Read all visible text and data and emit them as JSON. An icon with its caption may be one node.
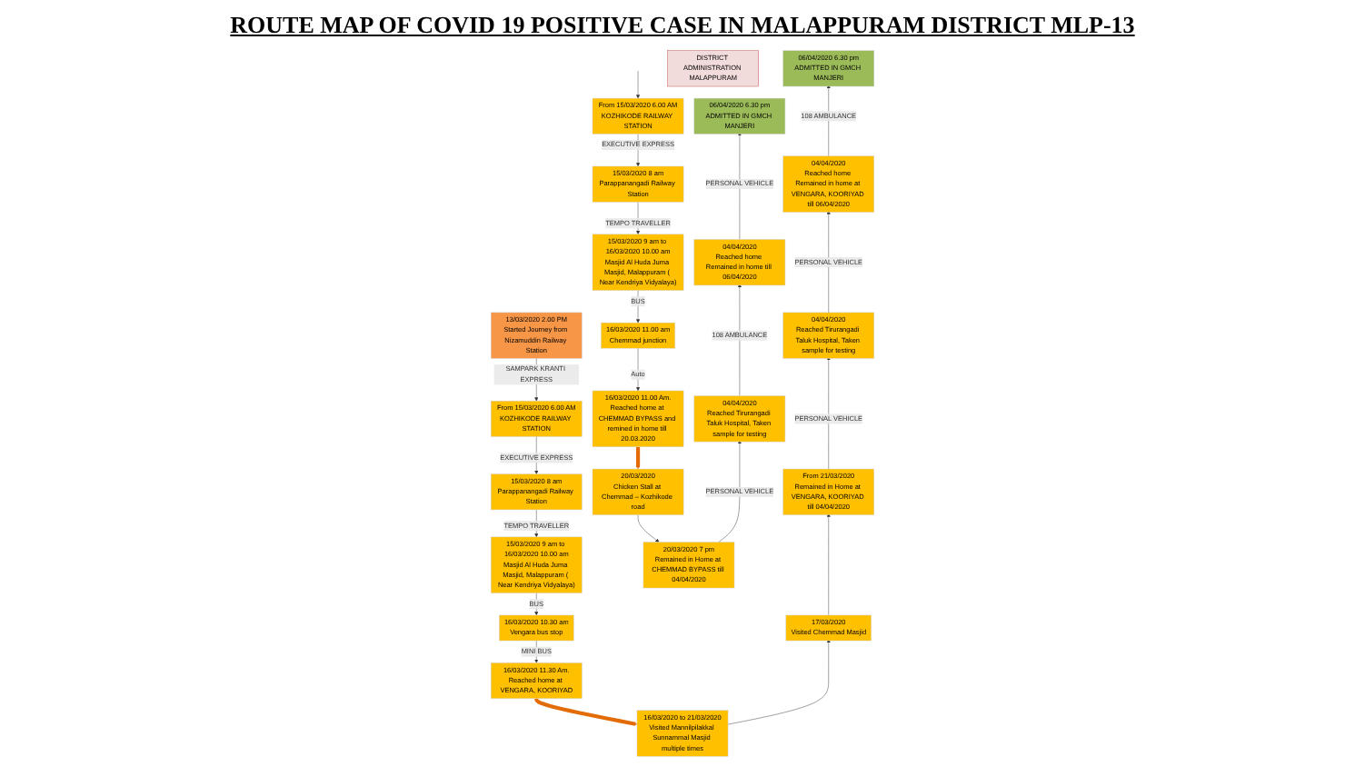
{
  "diagram": {
    "title": "ROUTE MAP OF COVID 19 POSITIVE CASE IN MALAPPURAM DISTRICT MLP-13",
    "nodes": [
      {
        "text": [
          "13/03/2020 2.00 PM",
          "Started Journey from Nizamuddin Railway Station"
        ]
      },
      {
        "text": [
          "From 15/03/2020 6.00 AM",
          "KOZHIKODE RAILWAY STATION"
        ]
      },
      {
        "text": [
          "15/03/2020 8 am",
          "Parappanangadi Railway Station"
        ]
      },
      {
        "text": [
          "15/03/2020 9 am to 16/03/2020 10.00 am",
          "Masjid Al Huda Juma Masjid, Malappuram ( Near Kendriya Vidyalaya)"
        ]
      },
      {
        "text": [
          "16/03/2020 10.30 am",
          "Vengara bus stop"
        ]
      },
      {
        "text": [
          "16/03/2020 11.30 Am.",
          "Reached home at VENGARA, KOORIYAD"
        ]
      },
      {
        "text": [
          "16/03/2020 to 21/03/2020",
          "Visited Mannilpilakkal Sunnammal Masjid multiple times"
        ]
      },
      {
        "text": [
          "17/03/2020",
          "Visited Chemmad Masjid"
        ]
      },
      {
        "text": [
          "From 21/03/2020",
          "Remained in Home at VENGARA, KOORIYAD till 04/04/2020"
        ]
      },
      {
        "text": [
          "04/04/2020",
          "Reached Tirurangadi Taluk Hospital, Taken sample for testing"
        ]
      },
      {
        "text": [
          "04/04/2020",
          "Reached home Remained in home at VENGARA, KOORIYAD till 06/04/2020"
        ]
      },
      {
        "text": [
          "06/04/2020 6.30 pm",
          "ADMITTED IN GMCH MANJERI"
        ]
      },
      {
        "text": [
          "DISTRICT ADMINISTRATION MALAPPURAM"
        ]
      },
      {
        "text": [
          "From 15/03/2020 6.00 AM",
          "KOZHIKODE RAILWAY STATION"
        ]
      },
      {
        "text": [
          "15/03/2020 8 am",
          "Parappanangadi Railway Station"
        ]
      },
      {
        "text": [
          "15/03/2020 9 am to 16/03/2020 10.00 am",
          "Masjid Al Huda Juma Masjid, Malappuram ( Near Kendriya Vidyalaya)"
        ]
      },
      {
        "text": [
          "16/03/2020 11.00 am",
          "Chemmad junction"
        ]
      },
      {
        "text": [
          "16/03/2020 11.00 Am.",
          "Reached home at CHEMMAD BYPASS and remined in home till 20.03.2020"
        ]
      },
      {
        "text": [
          "20/03/2020",
          "Chicken Stall at Chemmad – Kozhikode road"
        ]
      },
      {
        "text": [
          "20/03/2020 7 pm",
          "Remained in Home at CHEMMAD BYPASS till 04/04/2020"
        ]
      },
      {
        "text": [
          "04/04/2020",
          "Reached Tirurangadi Taluk Hospital, Taken sample for testing"
        ]
      },
      {
        "text": [
          "04/04/2020",
          "Reached home Remained in home till 06/04/2020"
        ]
      },
      {
        "text": [
          "06/04/2020 6.30 pm",
          "ADMITTED IN GMCH MANJERI"
        ]
      }
    ],
    "edges": [
      {
        "from": 0,
        "to": 1,
        "arrow": "to",
        "label": "SAMPARK KRANTI EXPRESS"
      },
      {
        "from": 1,
        "to": 2,
        "arrow": "to",
        "label": "EXECUTIVE EXPRESS"
      },
      {
        "from": 2,
        "to": 3,
        "arrow": "to",
        "label": "TEMPO TRAVELLER"
      },
      {
        "from": 3,
        "to": 4,
        "arrow": "to",
        "label": "BUS"
      },
      {
        "from": 4,
        "to": 5,
        "arrow": "to",
        "label": "MINI BUS"
      },
      {
        "from": 5,
        "to": 6,
        "arrow": "to",
        "style": "thick",
        "color": "#e36c09"
      },
      {
        "from": 6,
        "to": 7,
        "arrow": "to"
      },
      {
        "from": 7,
        "to": 8,
        "arrow": "to"
      },
      {
        "from": 8,
        "to": 9,
        "arrow": "to",
        "label": "PERSONAL VEHICLE"
      },
      {
        "from": 9,
        "to": 10,
        "arrow": "to",
        "label": "PERSONAL VEHICLE"
      },
      {
        "from": 10,
        "to": 11,
        "arrow": "to",
        "label": "108 AMBULANCE"
      },
      {
        "from": null,
        "to": 13,
        "arrow": "to"
      },
      {
        "from": 13,
        "to": 14,
        "arrow": "to",
        "label": "EXECUTIVE EXPRESS"
      },
      {
        "from": 14,
        "to": 15,
        "arrow": "to",
        "label": "TEMPO TRAVELLER"
      },
      {
        "from": 15,
        "to": 16,
        "arrow": "to",
        "label": "BUS"
      },
      {
        "from": 16,
        "to": 17,
        "arrow": "to",
        "label": "Auto"
      },
      {
        "from": 17,
        "to": 18,
        "arrow": "to",
        "style": "thick",
        "color": "#e36c09"
      },
      {
        "from": 18,
        "to": 19,
        "arrow": "to"
      },
      {
        "from": 19,
        "to": 20,
        "arrow": "to",
        "label": "PERSONAL VEHICLE"
      },
      {
        "from": 20,
        "to": 21,
        "arrow": "to",
        "label": "108 AMBULANCE"
      },
      {
        "from": 21,
        "to": 22,
        "arrow": "to",
        "label": "PERSONAL VEHICLE"
      }
    ]
  }
}
